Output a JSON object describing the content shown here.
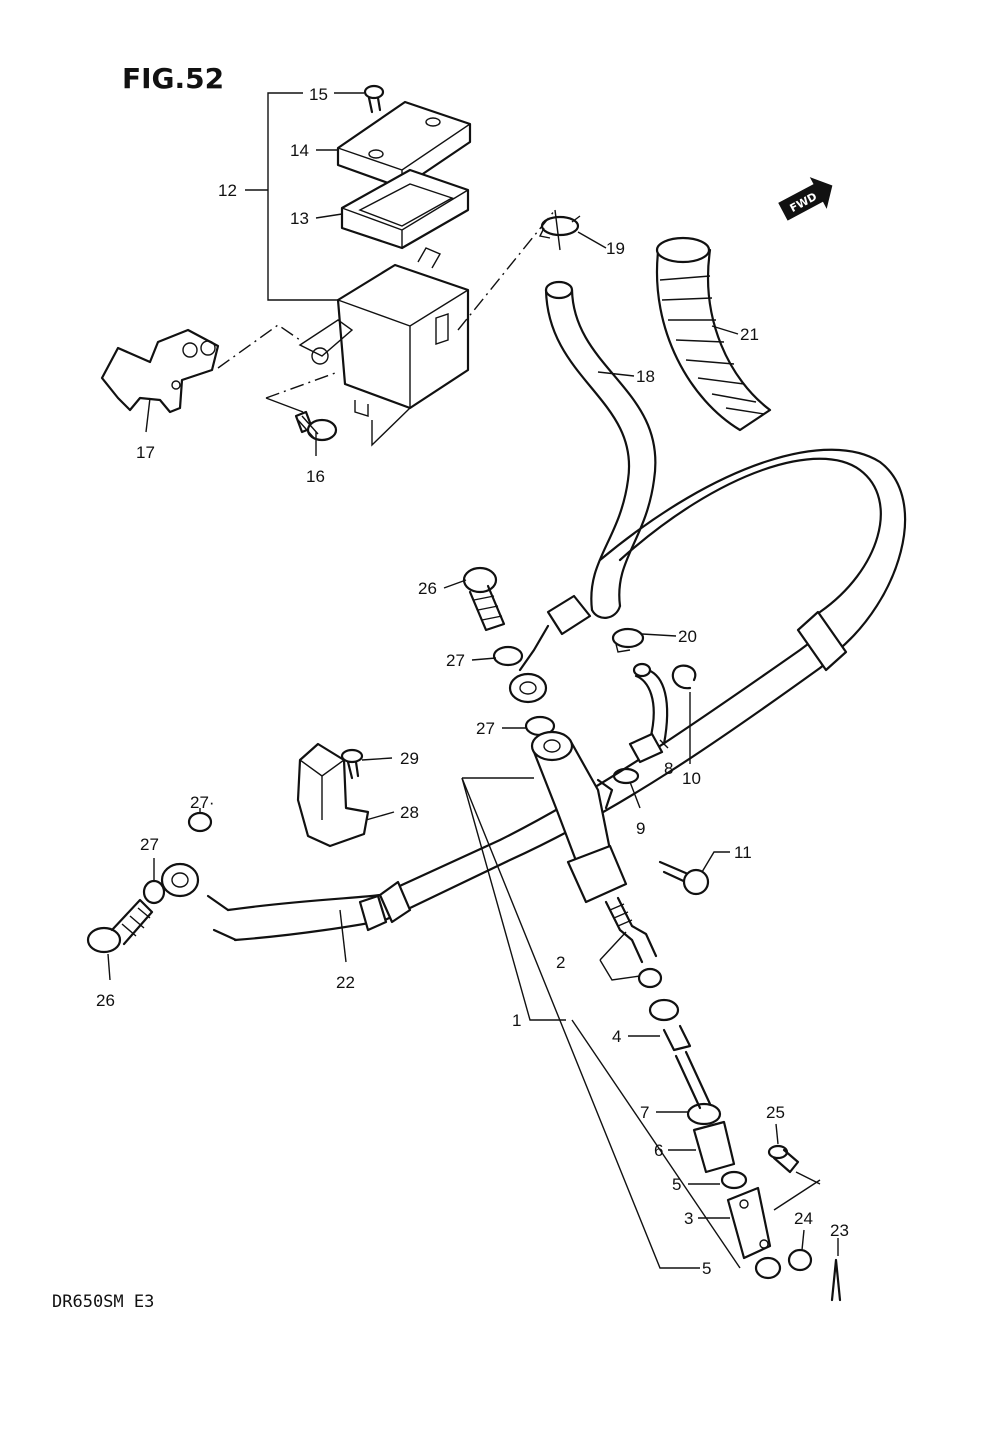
{
  "figure": {
    "title": "FIG.52",
    "model_code": "DR650SM  E3",
    "fwd_label": "FWD"
  },
  "callouts": [
    "1",
    "2",
    "3",
    "4",
    "5",
    "5",
    "6",
    "7",
    "8",
    "9",
    "10",
    "11",
    "12",
    "13",
    "14",
    "15",
    "16",
    "17",
    "18",
    "19",
    "20",
    "21",
    "22",
    "23",
    "24",
    "25",
    "26",
    "26",
    "27",
    "27",
    "27",
    "27·",
    "28",
    "29"
  ]
}
